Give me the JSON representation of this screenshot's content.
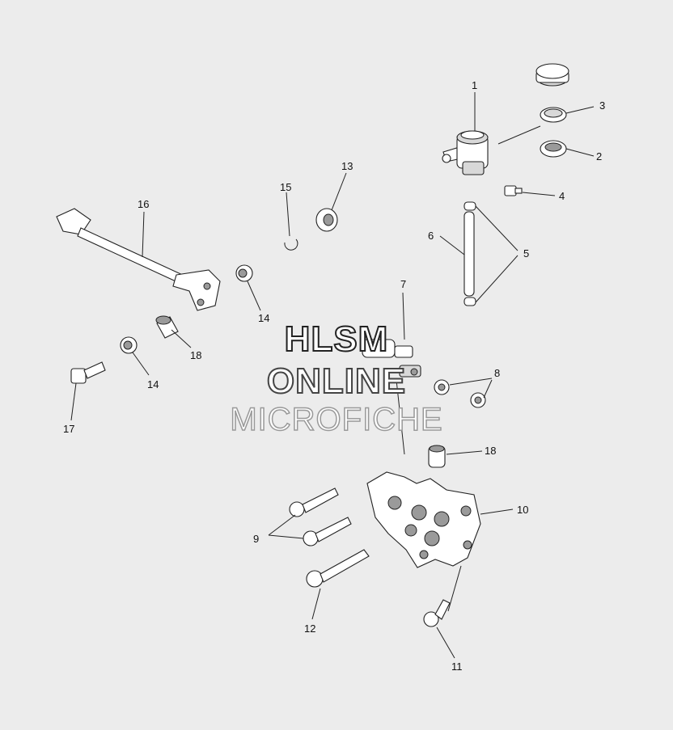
{
  "diagram": {
    "callouts": [
      "1",
      "2",
      "3",
      "4",
      "5",
      "6",
      "7",
      "8",
      "9",
      "10",
      "11",
      "12",
      "13",
      "14",
      "14",
      "15",
      "16",
      "17",
      "18",
      "18"
    ]
  },
  "watermark": {
    "line1": "HLSM",
    "line2": "ONLINE",
    "line3": "MICROFICHE"
  }
}
